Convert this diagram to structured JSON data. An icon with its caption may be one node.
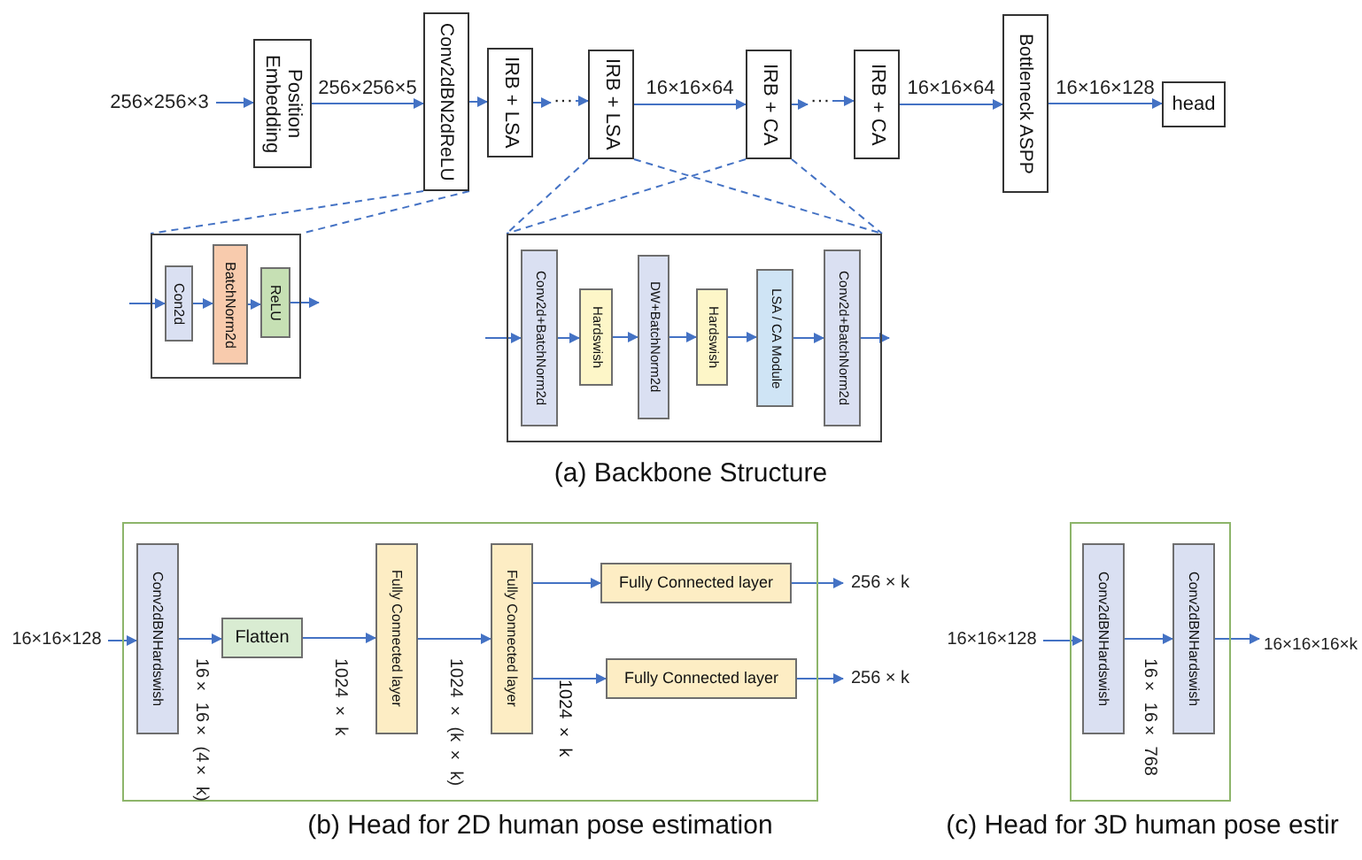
{
  "diagram": {
    "nodes": [
      {
        "text": [
          "256×256×3"
        ]
      },
      {
        "text": [
          "Position Embedding"
        ]
      },
      {
        "text": [
          "Conv2dBN2dReLU"
        ]
      },
      {
        "text": [
          "IRB + LSA"
        ]
      },
      {
        "text": [
          "···"
        ]
      },
      {
        "text": [
          "IRB + LSA"
        ]
      },
      {
        "text": [
          "IRB + CA"
        ]
      },
      {
        "text": [
          "···"
        ]
      },
      {
        "text": [
          "IRB + CA"
        ]
      },
      {
        "text": [
          "Bottleneck ASPP"
        ]
      },
      {
        "text": [
          "head"
        ]
      },
      {
        "text": [],
        "shape": "box"
      },
      {
        "text": [
          "Con2d"
        ],
        "in": 11
      },
      {
        "text": [
          "BatchNorm2d"
        ],
        "in": 11
      },
      {
        "text": [
          "ReLU"
        ],
        "in": 11
      },
      {
        "text": [],
        "shape": "box"
      },
      {
        "text": [
          "Conv2d+BatchNorm2d"
        ],
        "in": 15
      },
      {
        "text": [
          "Hardswish"
        ],
        "in": 15
      },
      {
        "text": [
          "DW+BatchNorm2d"
        ],
        "in": 15
      },
      {
        "text": [
          "Hardswish"
        ],
        "in": 15
      },
      {
        "text": [
          "LSA / CA Module"
        ],
        "in": 15
      },
      {
        "text": [
          "Conv2d+BatchNorm2d"
        ],
        "in": 15
      },
      {
        "text": [
          "16×16×128"
        ]
      },
      {
        "text": [],
        "shape": "box"
      },
      {
        "text": [
          "Conv2dBNHardswish"
        ],
        "in": 23
      },
      {
        "text": [
          "Flatten"
        ],
        "in": 23
      },
      {
        "text": [
          "Fully Connected layer"
        ],
        "in": 23
      },
      {
        "text": [
          "Fully Connected layer"
        ],
        "in": 23
      },
      {
        "text": [
          "Fully Connected layer"
        ],
        "in": 23
      },
      {
        "text": [
          "Fully Connected layer"
        ],
        "in": 23
      },
      {
        "text": [
          "256 × k"
        ]
      },
      {
        "text": [
          "256 × k"
        ]
      },
      {
        "text": [
          "16×16×128"
        ]
      },
      {
        "text": [],
        "shape": "box"
      },
      {
        "text": [
          "Conv2dBNHardswish"
        ],
        "in": 33
      },
      {
        "text": [
          "Conv2dBNHardswish"
        ],
        "in": 33
      },
      {
        "text": [
          "16×16×16×k"
        ]
      }
    ],
    "edges": [
      {
        "from": 0,
        "to": 1,
        "arrow": "to"
      },
      {
        "from": 1,
        "to": 2,
        "arrow": "to",
        "label": "256×256×5"
      },
      {
        "from": 2,
        "to": 3,
        "arrow": "to"
      },
      {
        "from": 3,
        "to": 4,
        "arrow": "to"
      },
      {
        "from": 4,
        "to": 5,
        "arrow": "to"
      },
      {
        "from": 5,
        "to": 6,
        "arrow": "to",
        "label": "16×16×64"
      },
      {
        "from": 6,
        "to": 7,
        "arrow": "to"
      },
      {
        "from": 7,
        "to": 8,
        "arrow": "to"
      },
      {
        "from": 8,
        "to": 9,
        "arrow": "to",
        "label": "16×16×64"
      },
      {
        "from": 9,
        "to": 10,
        "arrow": "to",
        "label": "16×16×128"
      },
      {
        "from": 2,
        "to": 11,
        "arrow": "none",
        "style": "dashed"
      },
      {
        "from": 2,
        "to": 11,
        "arrow": "none",
        "style": "dashed"
      },
      {
        "from": 5,
        "to": 15,
        "arrow": "none",
        "style": "dashed"
      },
      {
        "from": 5,
        "to": 15,
        "arrow": "none",
        "style": "dashed"
      },
      {
        "from": 6,
        "to": 15,
        "arrow": "none",
        "style": "dashed"
      },
      {
        "from": 6,
        "to": 15,
        "arrow": "none",
        "style": "dashed"
      },
      {
        "from": null,
        "to": 12,
        "arrow": "to"
      },
      {
        "from": 12,
        "to": 13,
        "arrow": "to"
      },
      {
        "from": 13,
        "to": 14,
        "arrow": "to"
      },
      {
        "from": 14,
        "to": null,
        "arrow": "to"
      },
      {
        "from": null,
        "to": 16,
        "arrow": "to"
      },
      {
        "from": 16,
        "to": 17,
        "arrow": "to"
      },
      {
        "from": 17,
        "to": 18,
        "arrow": "to"
      },
      {
        "from": 18,
        "to": 19,
        "arrow": "to"
      },
      {
        "from": 19,
        "to": 20,
        "arrow": "to"
      },
      {
        "from": 20,
        "to": 21,
        "arrow": "to"
      },
      {
        "from": 21,
        "to": null,
        "arrow": "to"
      },
      {
        "from": 22,
        "to": 24,
        "arrow": "to"
      },
      {
        "from": 24,
        "to": 25,
        "arrow": "to",
        "label": "16× 16× (4× k)"
      },
      {
        "from": 25,
        "to": 26,
        "arrow": "to",
        "label": "1024 × k"
      },
      {
        "from": 26,
        "to": 27,
        "arrow": "to",
        "label": "1024 × (k × k)"
      },
      {
        "from": 27,
        "to": 28,
        "arrow": "to"
      },
      {
        "from": 27,
        "to": 29,
        "arrow": "to"
      },
      {
        "from": 28,
        "to": 30,
        "arrow": "to"
      },
      {
        "from": 29,
        "to": 31,
        "arrow": "to"
      },
      {
        "from": 32,
        "to": 34,
        "arrow": "to"
      },
      {
        "from": 34,
        "to": 35,
        "arrow": "to",
        "label": "16× 16× 768"
      },
      {
        "from": 35,
        "to": 36,
        "arrow": "to"
      }
    ],
    "labels": [
      "1024 × k",
      "(a) Backbone Structure",
      "(b) Head for 2D human pose estimation",
      "(c) Head for 3D human pose estir"
    ]
  }
}
